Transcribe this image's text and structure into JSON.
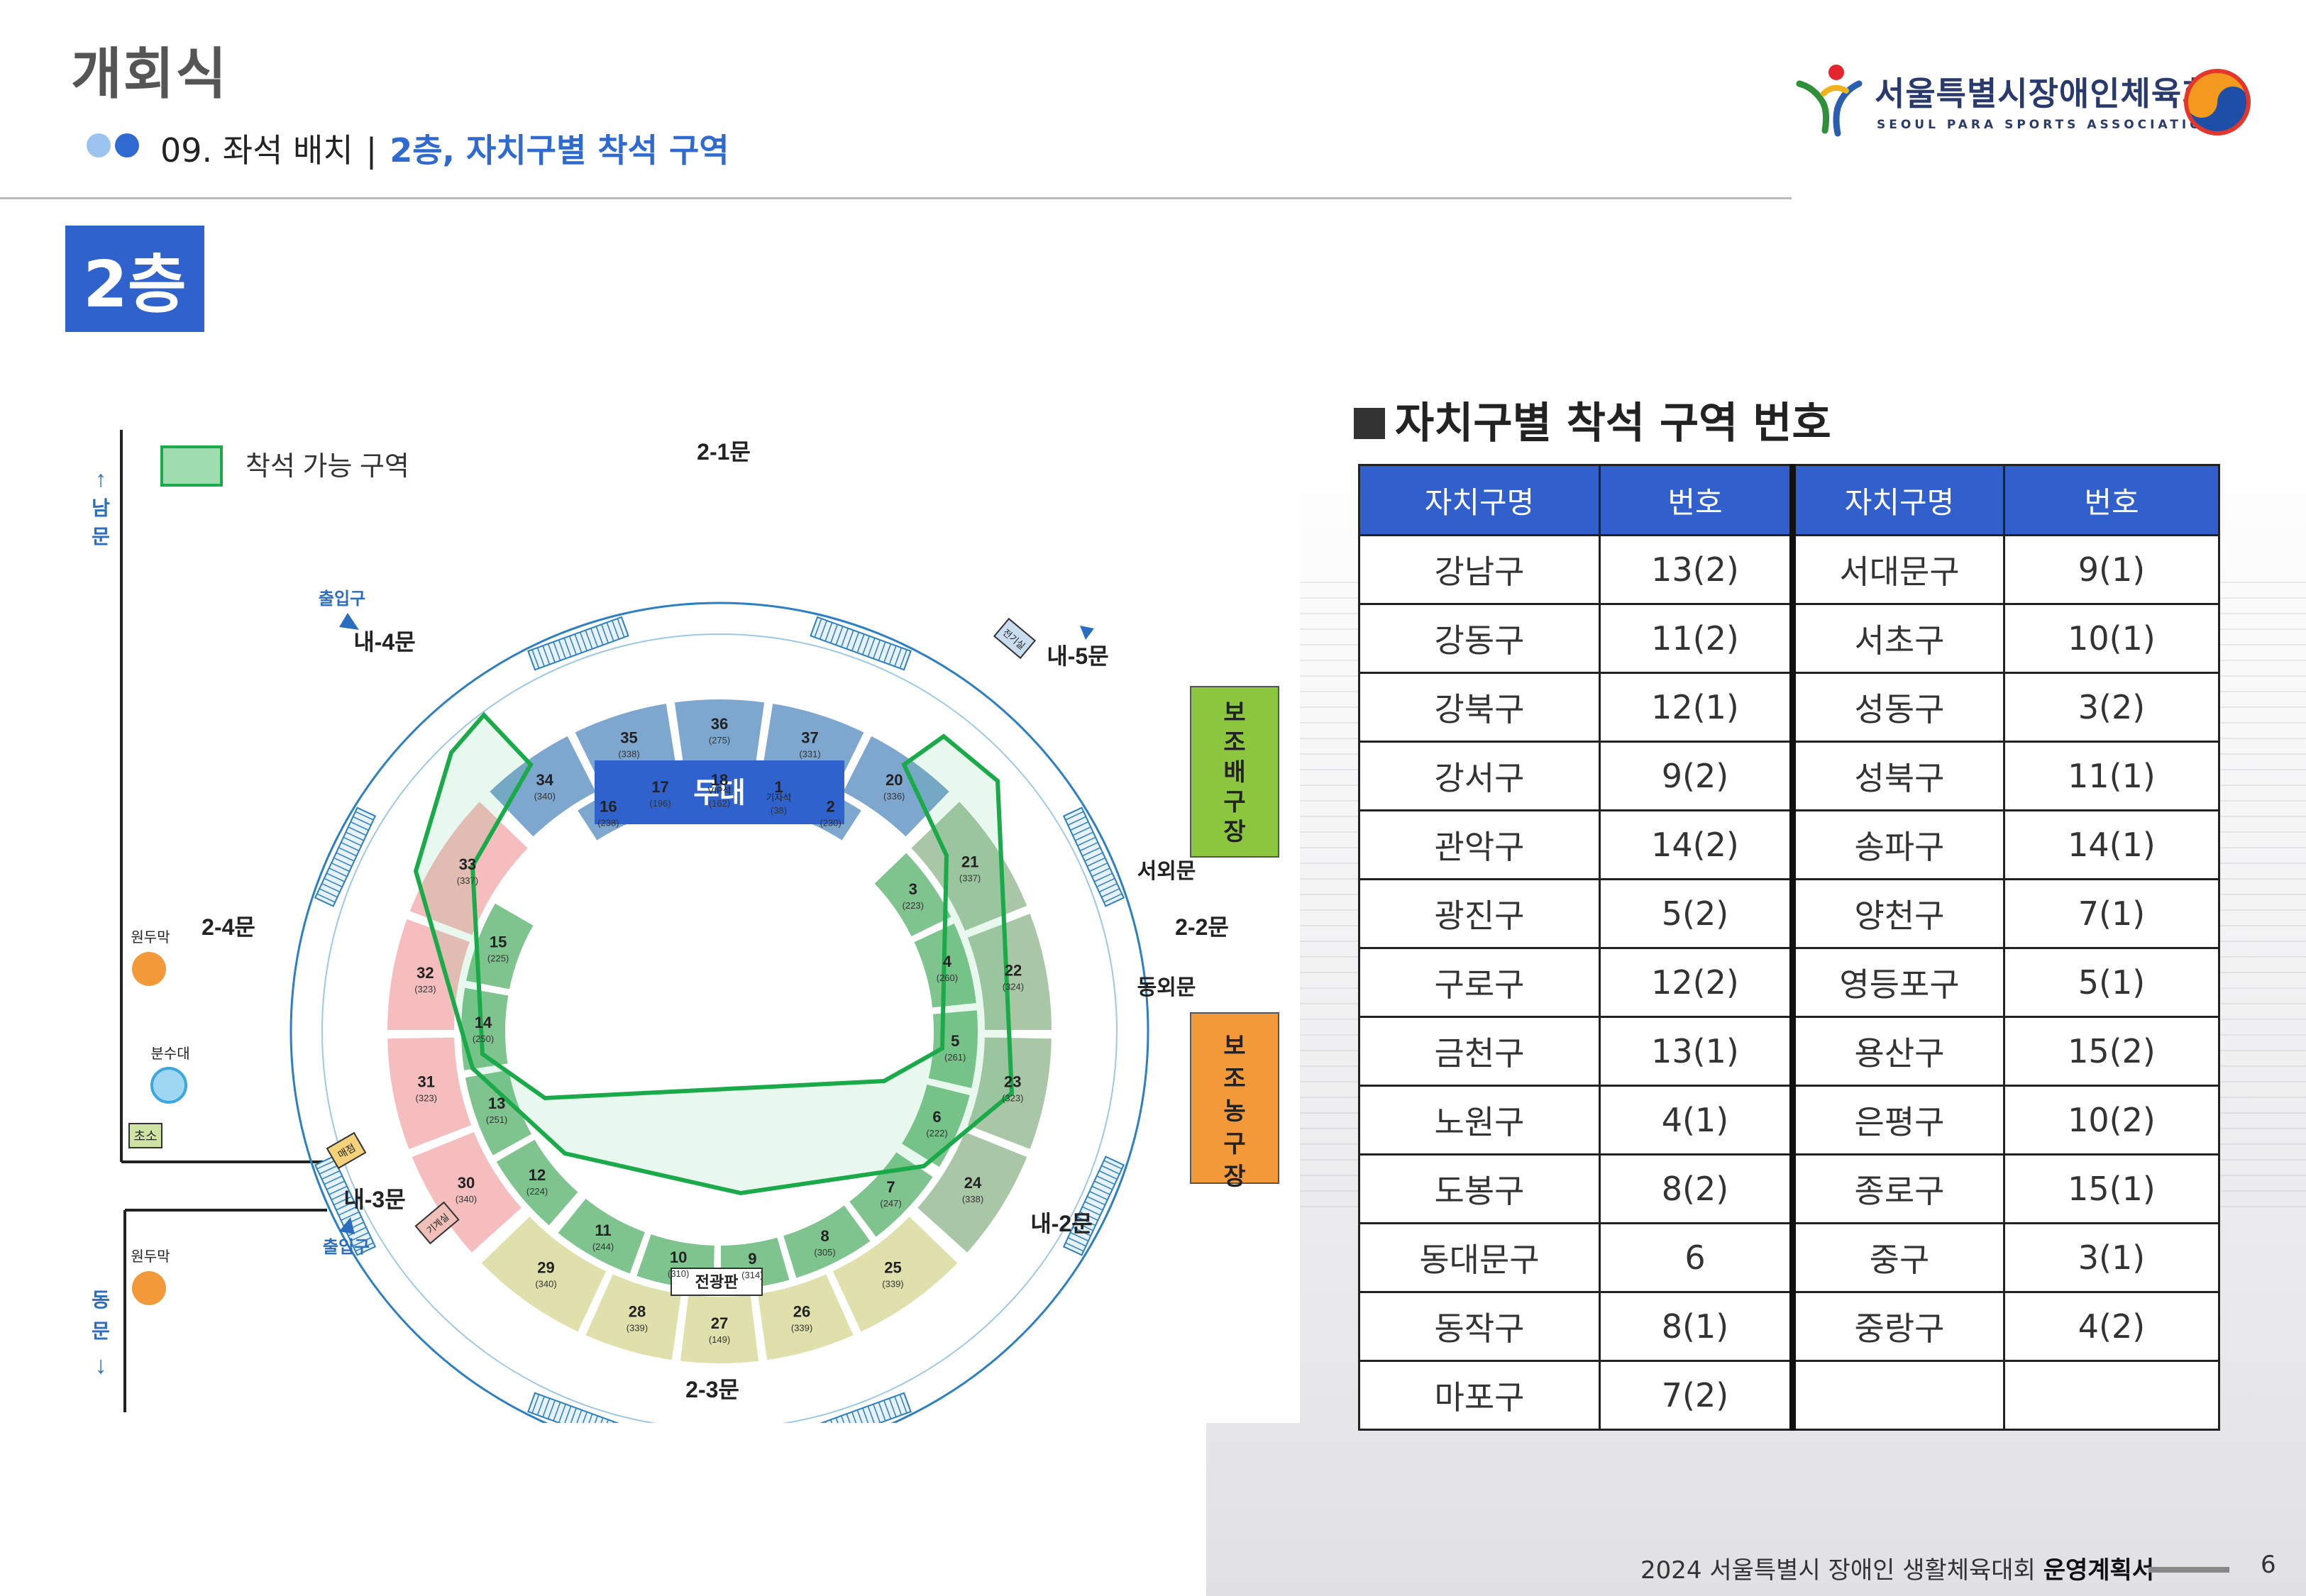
{
  "header": {
    "title": "개회식",
    "section": "09. 좌석 배치",
    "separator": "|",
    "subsection": "2층, 자치구별 착석 구역",
    "dot_colors": [
      "#9cc4ee",
      "#2f6ad0"
    ]
  },
  "logo": {
    "name_kr": "서울특별시장애인체육회",
    "name_en": "SEOUL PARA SPORTS ASSOCIATION"
  },
  "floor_label": "2층",
  "map": {
    "legend_label": "착석 가능 구역",
    "stage": "무대",
    "scoreboard": "전광판",
    "gates": {
      "g21": "2-1문",
      "g22": "2-2문",
      "g23": "2-3문",
      "g24": "2-4문",
      "in2": "내-2문",
      "in3": "내-3문",
      "in4": "내-4문",
      "in5": "내-5문",
      "west": "서외문",
      "east": "동외문",
      "south": "남문",
      "eastside": "동문"
    },
    "labels": {
      "entrance": "출입구",
      "dome": "원두막",
      "fountain": "분수대",
      "station": "초소",
      "shop": "매점",
      "machine": "기계실",
      "power": "전기실",
      "aux_volley": "보조배구장",
      "aux_basket": "보조농구장",
      "vip": "VIP석",
      "press": "기자석"
    },
    "sections": [
      {
        "no": "1",
        "seats": "(38)",
        "zone": "blue"
      },
      {
        "no": "2",
        "seats": "(230)",
        "zone": "blue"
      },
      {
        "no": "3",
        "seats": "(223)",
        "zone": "green"
      },
      {
        "no": "4",
        "seats": "(260)",
        "zone": "green"
      },
      {
        "no": "5",
        "seats": "(261)",
        "zone": "green"
      },
      {
        "no": "6",
        "seats": "(222)",
        "zone": "green"
      },
      {
        "no": "7",
        "seats": "(247)",
        "zone": "green"
      },
      {
        "no": "8",
        "seats": "(305)",
        "zone": "green"
      },
      {
        "no": "9",
        "seats": "(314)",
        "zone": "green"
      },
      {
        "no": "10",
        "seats": "(310)",
        "zone": "green"
      },
      {
        "no": "11",
        "seats": "(244)",
        "zone": "green"
      },
      {
        "no": "12",
        "seats": "(224)",
        "zone": "green"
      },
      {
        "no": "13",
        "seats": "(251)",
        "zone": "green"
      },
      {
        "no": "14",
        "seats": "(250)",
        "zone": "green"
      },
      {
        "no": "15",
        "seats": "(225)",
        "zone": "green"
      },
      {
        "no": "16",
        "seats": "(238)",
        "zone": "blue"
      },
      {
        "no": "17",
        "seats": "(196)",
        "zone": "blue"
      },
      {
        "no": "18",
        "seats": "(162)",
        "zone": "blue"
      },
      {
        "no": "20",
        "seats": "(336)",
        "zone": "blue"
      },
      {
        "no": "21",
        "seats": "(337)",
        "zone": "sage"
      },
      {
        "no": "22",
        "seats": "(324)",
        "zone": "sage"
      },
      {
        "no": "23",
        "seats": "(323)",
        "zone": "sage"
      },
      {
        "no": "24",
        "seats": "(338)",
        "zone": "sage"
      },
      {
        "no": "25",
        "seats": "(339)",
        "zone": "olive"
      },
      {
        "no": "26",
        "seats": "(339)",
        "zone": "olive"
      },
      {
        "no": "27",
        "seats": "(149)",
        "zone": "olive"
      },
      {
        "no": "28",
        "seats": "(339)",
        "zone": "olive"
      },
      {
        "no": "29",
        "seats": "(340)",
        "zone": "olive"
      },
      {
        "no": "30",
        "seats": "(340)",
        "zone": "pink"
      },
      {
        "no": "31",
        "seats": "(323)",
        "zone": "pink"
      },
      {
        "no": "32",
        "seats": "(323)",
        "zone": "pink"
      },
      {
        "no": "33",
        "seats": "(337)",
        "zone": "pink"
      },
      {
        "no": "34",
        "seats": "(340)",
        "zone": "blue"
      },
      {
        "no": "35",
        "seats": "(338)",
        "zone": "blue"
      },
      {
        "no": "36",
        "seats": "(275)",
        "zone": "blue"
      },
      {
        "no": "37",
        "seats": "(331)",
        "zone": "blue"
      }
    ]
  },
  "table": {
    "title": "자치구별 착석 구역 번호",
    "headers": [
      "자치구명",
      "번호",
      "자치구명",
      "번호"
    ],
    "rows": [
      [
        "강남구",
        "13(2)",
        "서대문구",
        "9(1)"
      ],
      [
        "강동구",
        "11(2)",
        "서초구",
        "10(1)"
      ],
      [
        "강북구",
        "12(1)",
        "성동구",
        "3(2)"
      ],
      [
        "강서구",
        "9(2)",
        "성북구",
        "11(1)"
      ],
      [
        "관악구",
        "14(2)",
        "송파구",
        "14(1)"
      ],
      [
        "광진구",
        "5(2)",
        "양천구",
        "7(1)"
      ],
      [
        "구로구",
        "12(2)",
        "영등포구",
        "5(1)"
      ],
      [
        "금천구",
        "13(1)",
        "용산구",
        "15(2)"
      ],
      [
        "노원구",
        "4(1)",
        "은평구",
        "10(2)"
      ],
      [
        "도봉구",
        "8(2)",
        "종로구",
        "15(1)"
      ],
      [
        "동대문구",
        "6",
        "중구",
        "3(1)"
      ],
      [
        "동작구",
        "8(1)",
        "중랑구",
        "4(2)"
      ],
      [
        "마포구",
        "7(2)",
        "",
        ""
      ]
    ]
  },
  "colors": {
    "accent": "#2f62cc",
    "zone_blue": "#7ea7d0",
    "zone_green": "#7fc48f",
    "zone_sage": "#a9c7a6",
    "zone_olive": "#dfe0ac",
    "zone_pink": "#f5bdbd",
    "highlight": "#1aaa4a"
  },
  "footer": {
    "text": "2024 서울특별시 장애인 생활체육대회",
    "bold": "운영계획서",
    "page": "6"
  }
}
